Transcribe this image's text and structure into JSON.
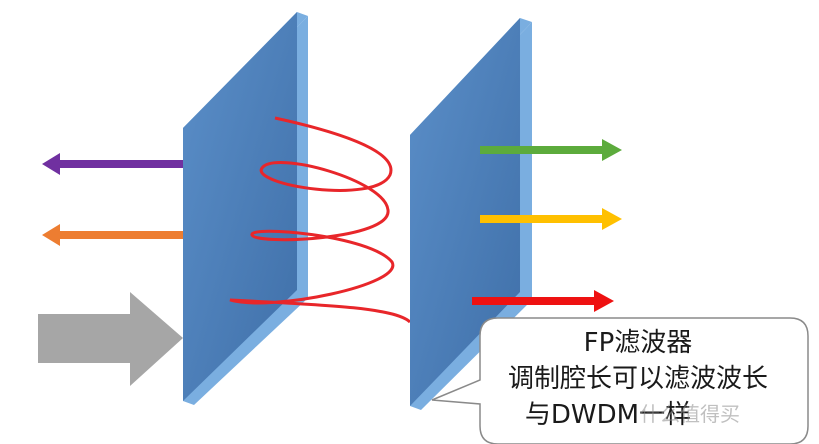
{
  "callout": {
    "title": "FP滤波器",
    "line1": "调制腔长可以滤波波长",
    "line2": "与DWDM一样"
  },
  "watermark": "什么值得买",
  "colors": {
    "plate_front": "#4f81bd",
    "plate_edge": "#7aaee0",
    "purple": "#7030a0",
    "orange": "#ed7d31",
    "gray": "#a6a6a6",
    "green": "#5cab3c",
    "yellow": "#ffc000",
    "red": "#ee1111",
    "wave": "#e8262a"
  },
  "arrows": [
    {
      "name": "purple-output-arrow",
      "color": "purple"
    },
    {
      "name": "orange-output-arrow",
      "color": "orange"
    },
    {
      "name": "gray-input-arrow",
      "color": "gray"
    },
    {
      "name": "green-output-arrow",
      "color": "green"
    },
    {
      "name": "yellow-output-arrow",
      "color": "yellow"
    },
    {
      "name": "red-output-arrow",
      "color": "red"
    }
  ]
}
